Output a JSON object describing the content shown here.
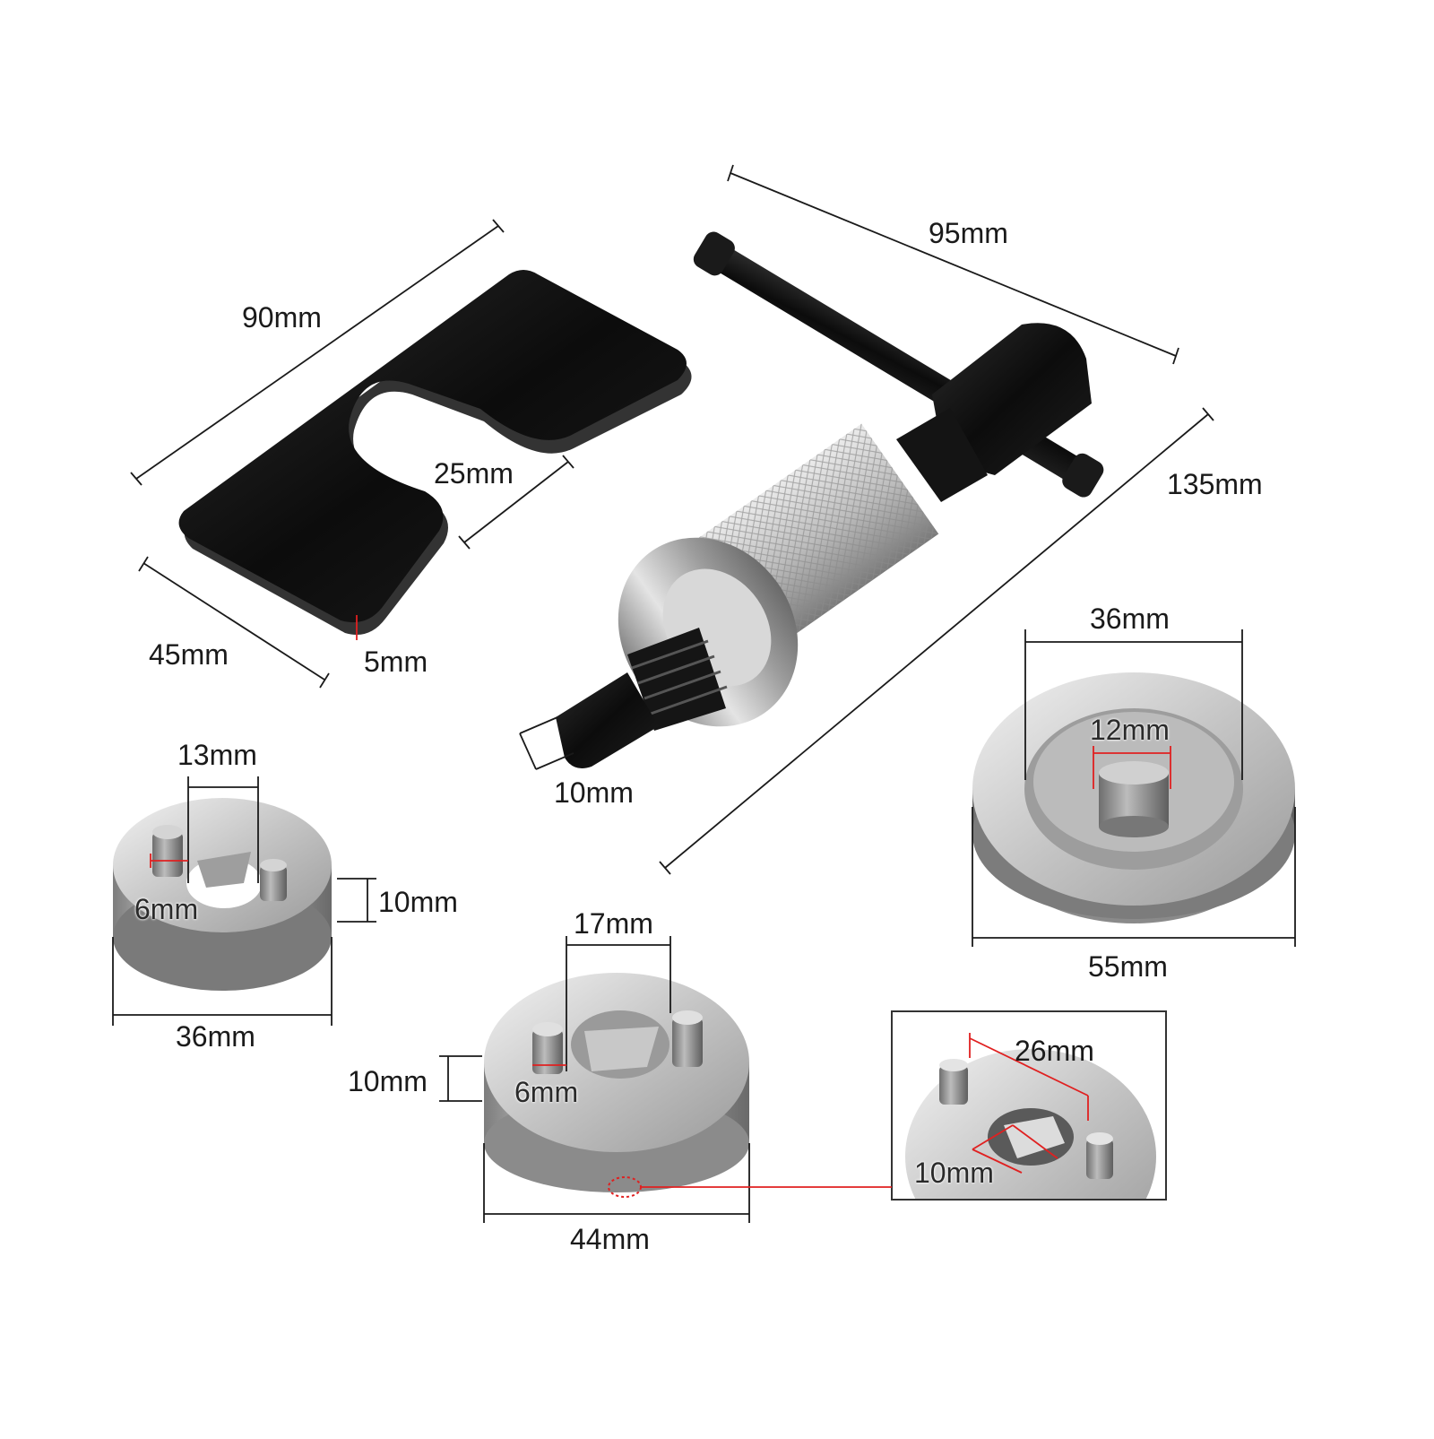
{
  "dimensions": {
    "plate_length": "90mm",
    "plate_width": "45mm",
    "plate_slot": "25mm",
    "plate_thickness": "5mm",
    "tool_handle": "95mm",
    "tool_length": "135mm",
    "tool_tip": "10mm",
    "small_disc_pins": "13mm",
    "small_disc_pin": "6mm",
    "small_disc_height": "10mm",
    "small_disc_diameter": "36mm",
    "cup_inner": "36mm",
    "cup_boss": "12mm",
    "cup_diameter": "55mm",
    "mid_disc_pins": "17mm",
    "mid_disc_pin": "6mm",
    "mid_disc_height": "10mm",
    "mid_disc_diameter": "44mm",
    "detail_span": "26mm",
    "detail_hole": "10mm"
  },
  "colors": {
    "background": "#ffffff",
    "black_part": "#111111",
    "steel": "#b8b8b8",
    "guide_red": "#e02020"
  }
}
